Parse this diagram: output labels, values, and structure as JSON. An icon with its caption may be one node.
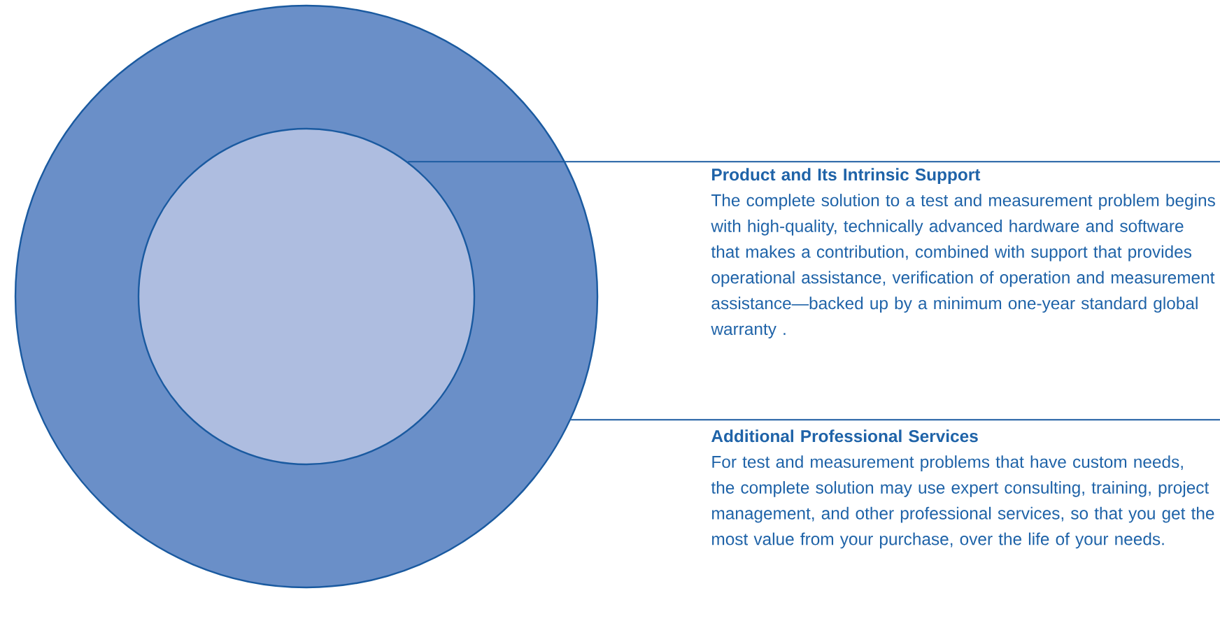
{
  "diagram": {
    "nodes": [
      {
        "text": [],
        "shape": "circle"
      },
      {
        "text": [],
        "shape": "circle",
        "in": 0
      },
      {
        "text": [
          "Product and Its Intrinsic Support",
          "The complete solution to a test and measurement problem begins with high-quality, technically advanced hardware and software that makes a contribution, combined with support that provides operational assistance, verification of operation and measurement assistance—backed up by a minimum one-year standard global warranty ."
        ]
      },
      {
        "text": [
          "Additional Professional Services",
          "For test and measurement problems that have custom needs, the complete solution may use expert consulting, training, project management, and other professional services, so that you get the most value from your purchase, over the life of your needs."
        ]
      }
    ],
    "edges": [
      {
        "from": 2,
        "to": 1,
        "arrow": "none"
      },
      {
        "from": 3,
        "to": 0,
        "arrow": "none"
      }
    ]
  }
}
